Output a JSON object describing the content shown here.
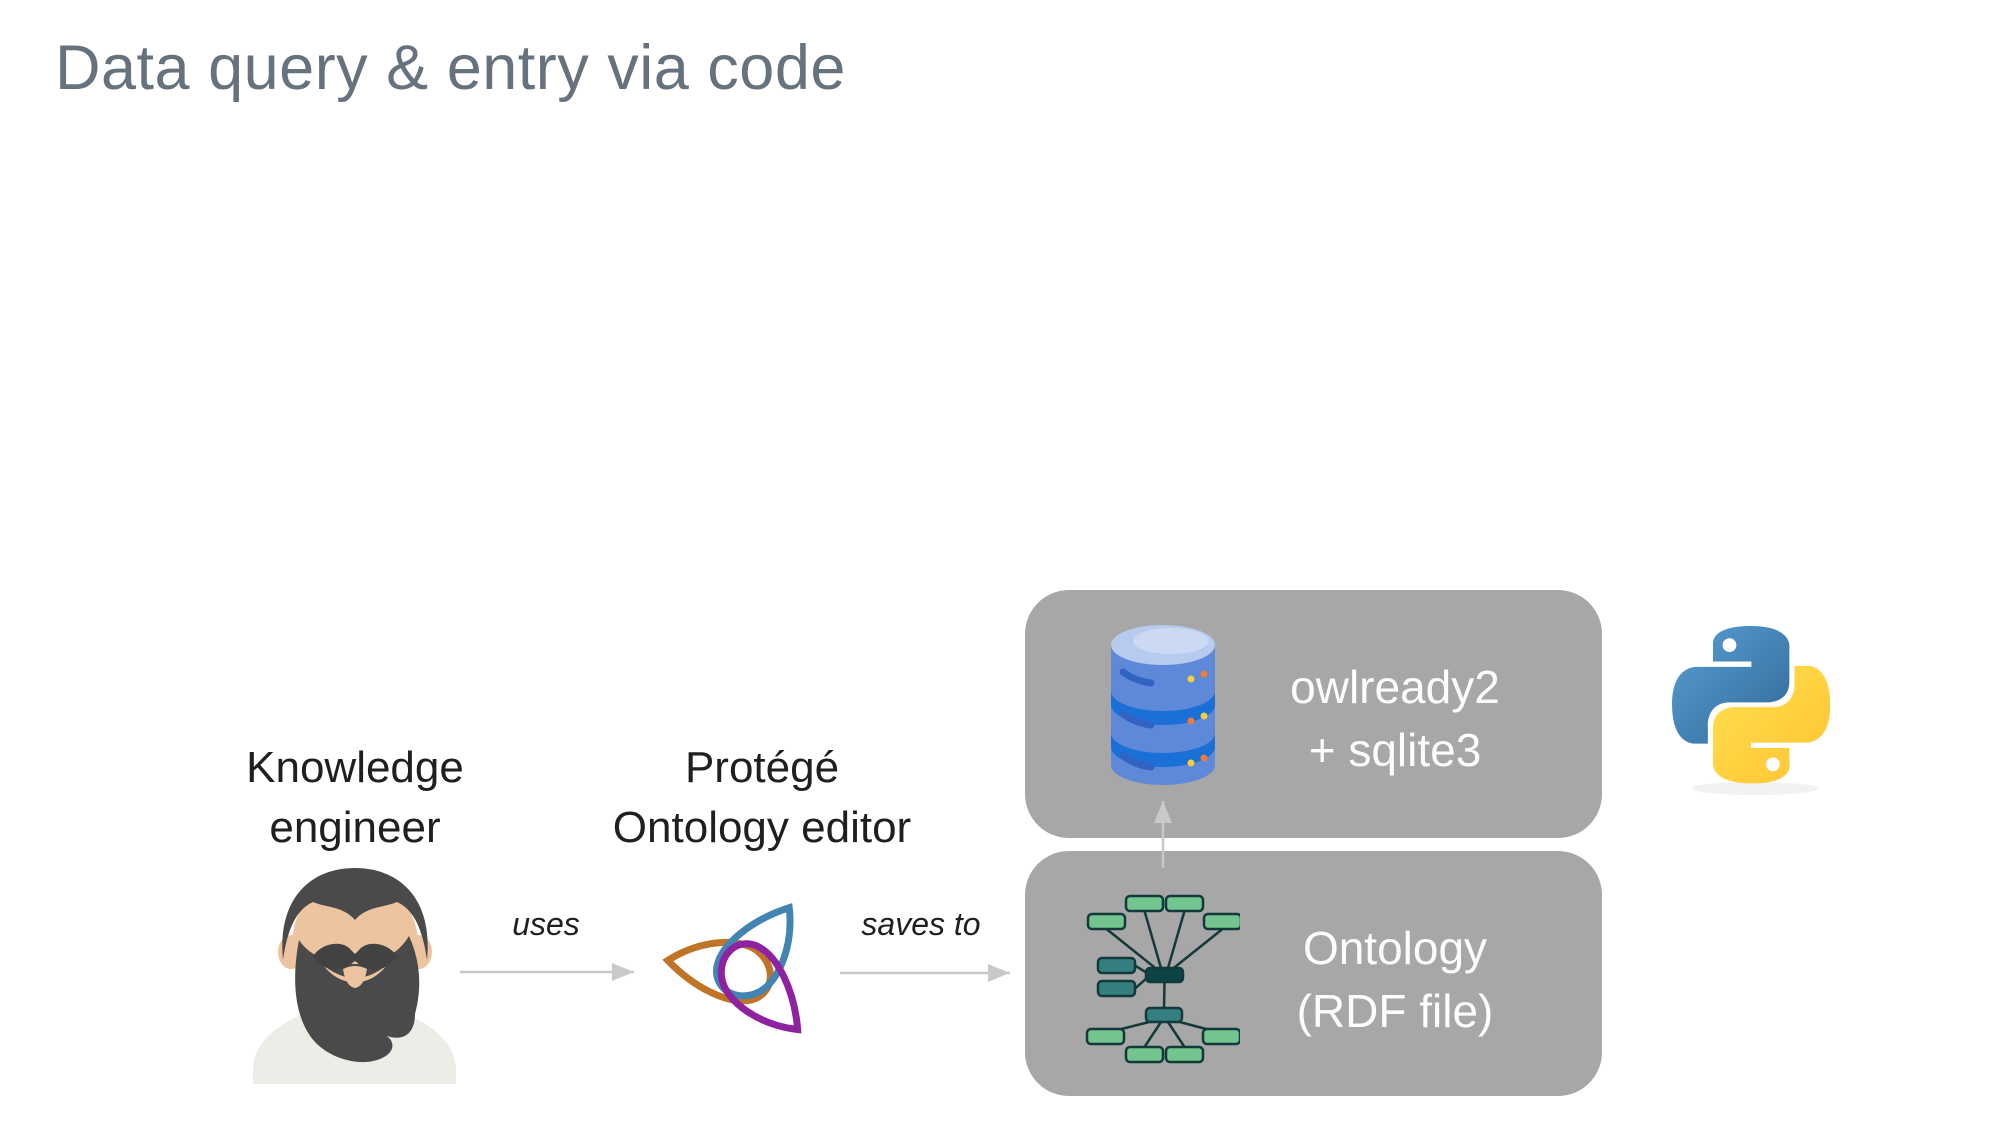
{
  "slide": {
    "title": "Data query & entry via code"
  },
  "labels": {
    "knowledge_engineer": {
      "line1": "Knowledge",
      "line2": "engineer"
    },
    "protege": {
      "line1": "Protégé",
      "line2": "Ontology editor"
    },
    "uses": "uses",
    "saves_to": "saves to"
  },
  "boxes": {
    "owlready": {
      "line1": "owlready2",
      "line2": "+ sqlite3"
    },
    "ontology": {
      "line1": "Ontology",
      "line2": "(RDF file)"
    }
  },
  "icons": {
    "avatar": "knowledge-engineer-avatar",
    "protege": "protege-logo-icon",
    "database": "database-icon",
    "graph": "ontology-graph-icon",
    "python": "python-logo-icon"
  },
  "colors": {
    "title": "#67727f",
    "label": "#1f1f1f",
    "box_bg": "#a7a7a7",
    "box_text": "#fdfdfd",
    "arrow": "#c9c9c9",
    "protege_orange": "#bf7428",
    "protege_blue": "#4285b3",
    "protege_purple": "#8e22a0",
    "db_body": "#5d89d8",
    "db_band": "#1b70d8",
    "db_top": "#b7cbee",
    "db_dash": "#3263c2",
    "db_dot_yellow": "#f2cf3e",
    "db_dot_orange": "#ee7b3c",
    "graph_node_light": "#74c48f",
    "graph_node_mid": "#357f80",
    "graph_node_dark": "#0c4344",
    "graph_line": "#14393a",
    "python_blue": "#387eb8",
    "python_yellow": "#ffd43b",
    "avatar_hair": "#4a4a4a",
    "avatar_skin": "#ecc49f",
    "avatar_shirt": "#eeece7"
  }
}
